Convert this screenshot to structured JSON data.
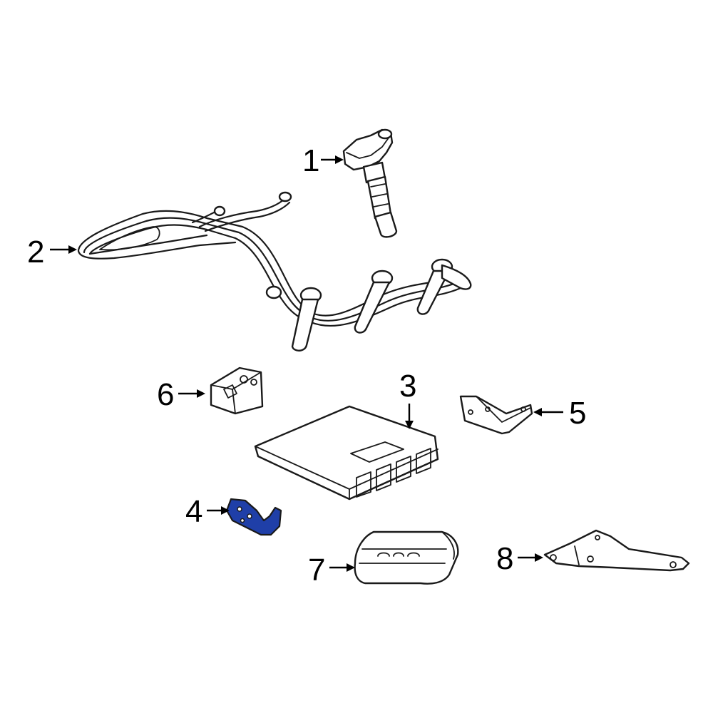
{
  "highlight_color": "#1f3fa8",
  "outline_color": "#1a1a1a",
  "parts": [
    {
      "callout": "1",
      "highlighted": false
    },
    {
      "callout": "2",
      "highlighted": false
    },
    {
      "callout": "3",
      "highlighted": false
    },
    {
      "callout": "4",
      "highlighted": true
    },
    {
      "callout": "5",
      "highlighted": false
    },
    {
      "callout": "6",
      "highlighted": false
    },
    {
      "callout": "7",
      "highlighted": false
    },
    {
      "callout": "8",
      "highlighted": false
    }
  ]
}
